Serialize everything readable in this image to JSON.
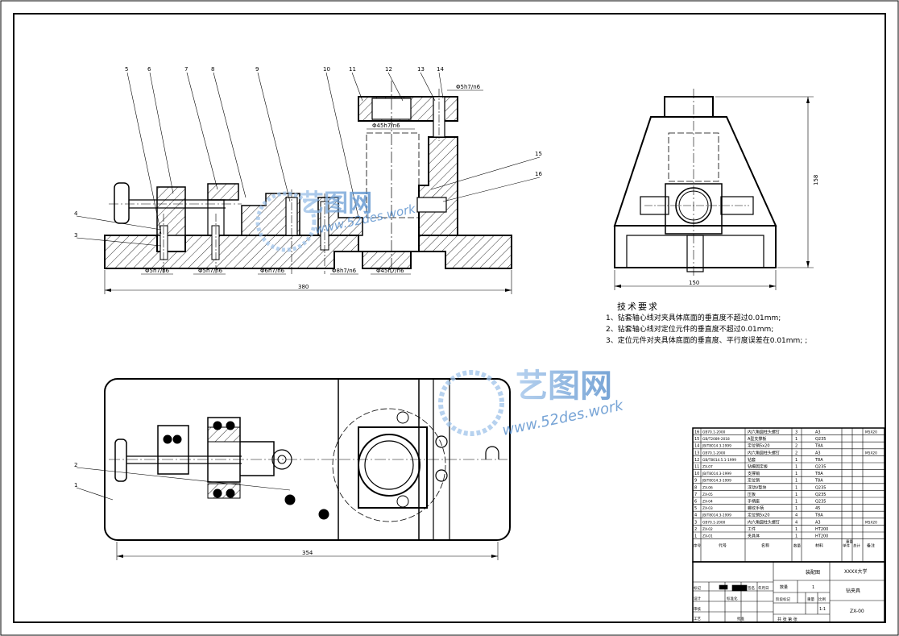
{
  "drawing": {
    "watermark_text": "艺图网",
    "watermark_url": "www.52des.work",
    "dims": {
      "front_width": "380",
      "side_width": "150",
      "side_height": "158",
      "top_width": "354",
      "fits": [
        "Φ5h7/n6",
        "Φ5h7/n6",
        "Φ6h7/n6",
        "Φ8h7/n6",
        "Φ45h7/n6",
        "Φ45h7/n6",
        "Φ5h7/n6"
      ]
    },
    "balloons_front": [
      "5",
      "6",
      "7",
      "8",
      "9",
      "10",
      "11",
      "12",
      "13",
      "14",
      "4",
      "3",
      "15",
      "16"
    ],
    "balloons_top": [
      "2",
      "1"
    ]
  },
  "tech_requirements": {
    "title": "技术要求",
    "lines": [
      "1、钻套轴心线对夹具体底面的垂直度不超过0.01mm;",
      "2、钻套轴心线对定位元件的垂直度不超过0.01mm;",
      "3、定位元件对夹具体底面的垂直度、平行度误差在0.01mm; ;"
    ]
  },
  "bom": {
    "rows": [
      {
        "no": "16",
        "code": "GB70.1-2000",
        "name": "内六角圆柱头螺钉",
        "qty": "3",
        "mat": "A3",
        "note": "M5X20"
      },
      {
        "no": "15",
        "code": "GB/T2089-2018",
        "name": "A型支撑板",
        "qty": "1",
        "mat": "Q235",
        "note": ""
      },
      {
        "no": "14",
        "code": "JB/T8014.3-1999",
        "name": "定位销5x20",
        "qty": "2",
        "mat": "T8A",
        "note": ""
      },
      {
        "no": "13",
        "code": "GB70.1-2000",
        "name": "内六角圆柱头螺钉",
        "qty": "2",
        "mat": "A3",
        "note": "M5X20"
      },
      {
        "no": "12",
        "code": "GB/T8014.5.1-1999",
        "name": "钻套",
        "qty": "1",
        "mat": "T8A",
        "note": ""
      },
      {
        "no": "11",
        "code": "ZX-07",
        "name": "钻模固定板",
        "qty": "1",
        "mat": "Q235",
        "note": ""
      },
      {
        "no": "10",
        "code": "JB/T8014.3-1999",
        "name": "支撑销",
        "qty": "1",
        "mat": "T8A",
        "note": ""
      },
      {
        "no": "9",
        "code": "JB/T8014.3-1999",
        "name": "定位销",
        "qty": "1",
        "mat": "T8A",
        "note": ""
      },
      {
        "no": "8",
        "code": "ZX-06",
        "name": "浮动V型块",
        "qty": "1",
        "mat": "Q235",
        "note": ""
      },
      {
        "no": "7",
        "code": "ZX-05",
        "name": "压板",
        "qty": "1",
        "mat": "Q235",
        "note": ""
      },
      {
        "no": "6",
        "code": "ZX-04",
        "name": "手柄座",
        "qty": "1",
        "mat": "Q235",
        "note": ""
      },
      {
        "no": "5",
        "code": "ZX-03",
        "name": "螺纹手柄",
        "qty": "1",
        "mat": "45",
        "note": ""
      },
      {
        "no": "4",
        "code": "JB/T8014.3-1999",
        "name": "定位销5x20",
        "qty": "4",
        "mat": "T8A",
        "note": ""
      },
      {
        "no": "3",
        "code": "GB70.1-2000",
        "name": "内六角圆柱头螺钉",
        "qty": "4",
        "mat": "A3",
        "note": "M5X20"
      },
      {
        "no": "2",
        "code": "ZX-02",
        "name": "工件",
        "qty": "1",
        "mat": "HT200",
        "note": ""
      },
      {
        "no": "1",
        "code": "ZX-01",
        "name": "夹具体",
        "qty": "1",
        "mat": "HT200",
        "note": ""
      }
    ],
    "header": [
      "序号",
      "代号",
      "名称",
      "数量",
      "材料",
      "单件",
      "总计",
      "备注"
    ],
    "header_weight": "重量"
  },
  "title_block": {
    "assembly_label": "装配图",
    "school": "XXXX大学",
    "part_name": "钻夹具",
    "drawing_no": "ZX-00",
    "qty_label": "数量",
    "qty_value": "1",
    "mark_label": "阶段标记",
    "weight_label": "重量",
    "scale_label": "比例",
    "scale_value": "1:1",
    "sheet_label": "共 张 第 张",
    "row_labels": [
      "标记",
      "设计",
      "审核",
      "工艺"
    ],
    "sign_label": "签名",
    "date_label": "年月日",
    "std_label": "标准化",
    "approve_label": "批准"
  }
}
